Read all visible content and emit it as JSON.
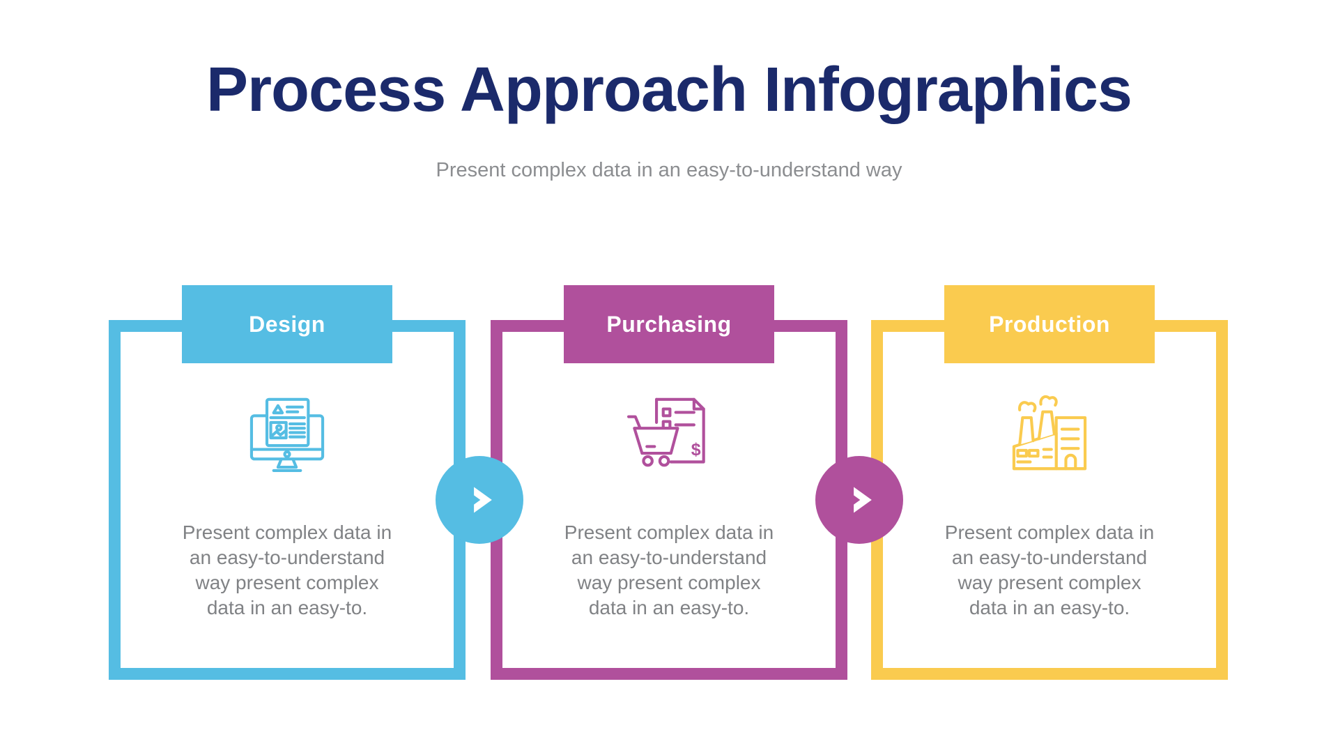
{
  "header": {
    "title": "Process Approach Infographics",
    "subtitle": "Present complex data in an easy-to-understand way"
  },
  "palette": {
    "title_navy": "#1b2a6b",
    "subtitle_gray": "#8b8d90",
    "body_gray": "#808285",
    "step_blue": "#55bde3",
    "step_magenta": "#b0509c",
    "step_yellow": "#facb4f",
    "label_white": "#ffffff"
  },
  "steps": [
    {
      "label": "Design",
      "color": "#55bde3",
      "icon": "design-monitor-icon",
      "description": "Present complex data in an easy-to-understand way present complex data in an easy-to.",
      "description_lines": {
        "0": "Present complex data in",
        "1": "an easy-to-understand",
        "2": "way present complex",
        "3": "data in an easy-to."
      }
    },
    {
      "label": "Purchasing",
      "color": "#b0509c",
      "icon": "purchasing-cart-invoice-icon",
      "description": "Present complex data in an easy-to-understand way present complex data in an easy-to.",
      "description_lines": {
        "0": "Present complex data in",
        "1": "an easy-to-understand",
        "2": "way present complex",
        "3": "data in an easy-to."
      }
    },
    {
      "label": "Production",
      "color": "#facb4f",
      "icon": "production-factory-icon",
      "description": "Present complex data in an easy-to-understand way present complex data in an easy-to.",
      "description_lines": {
        "0": "Present complex data in",
        "1": "an easy-to-understand",
        "2": "way present complex",
        "3": "data in an easy-to."
      }
    }
  ],
  "connectors": [
    {
      "icon": "chevron-right-icon",
      "color": "#55bde3"
    },
    {
      "icon": "chevron-right-icon",
      "color": "#b0509c"
    }
  ]
}
